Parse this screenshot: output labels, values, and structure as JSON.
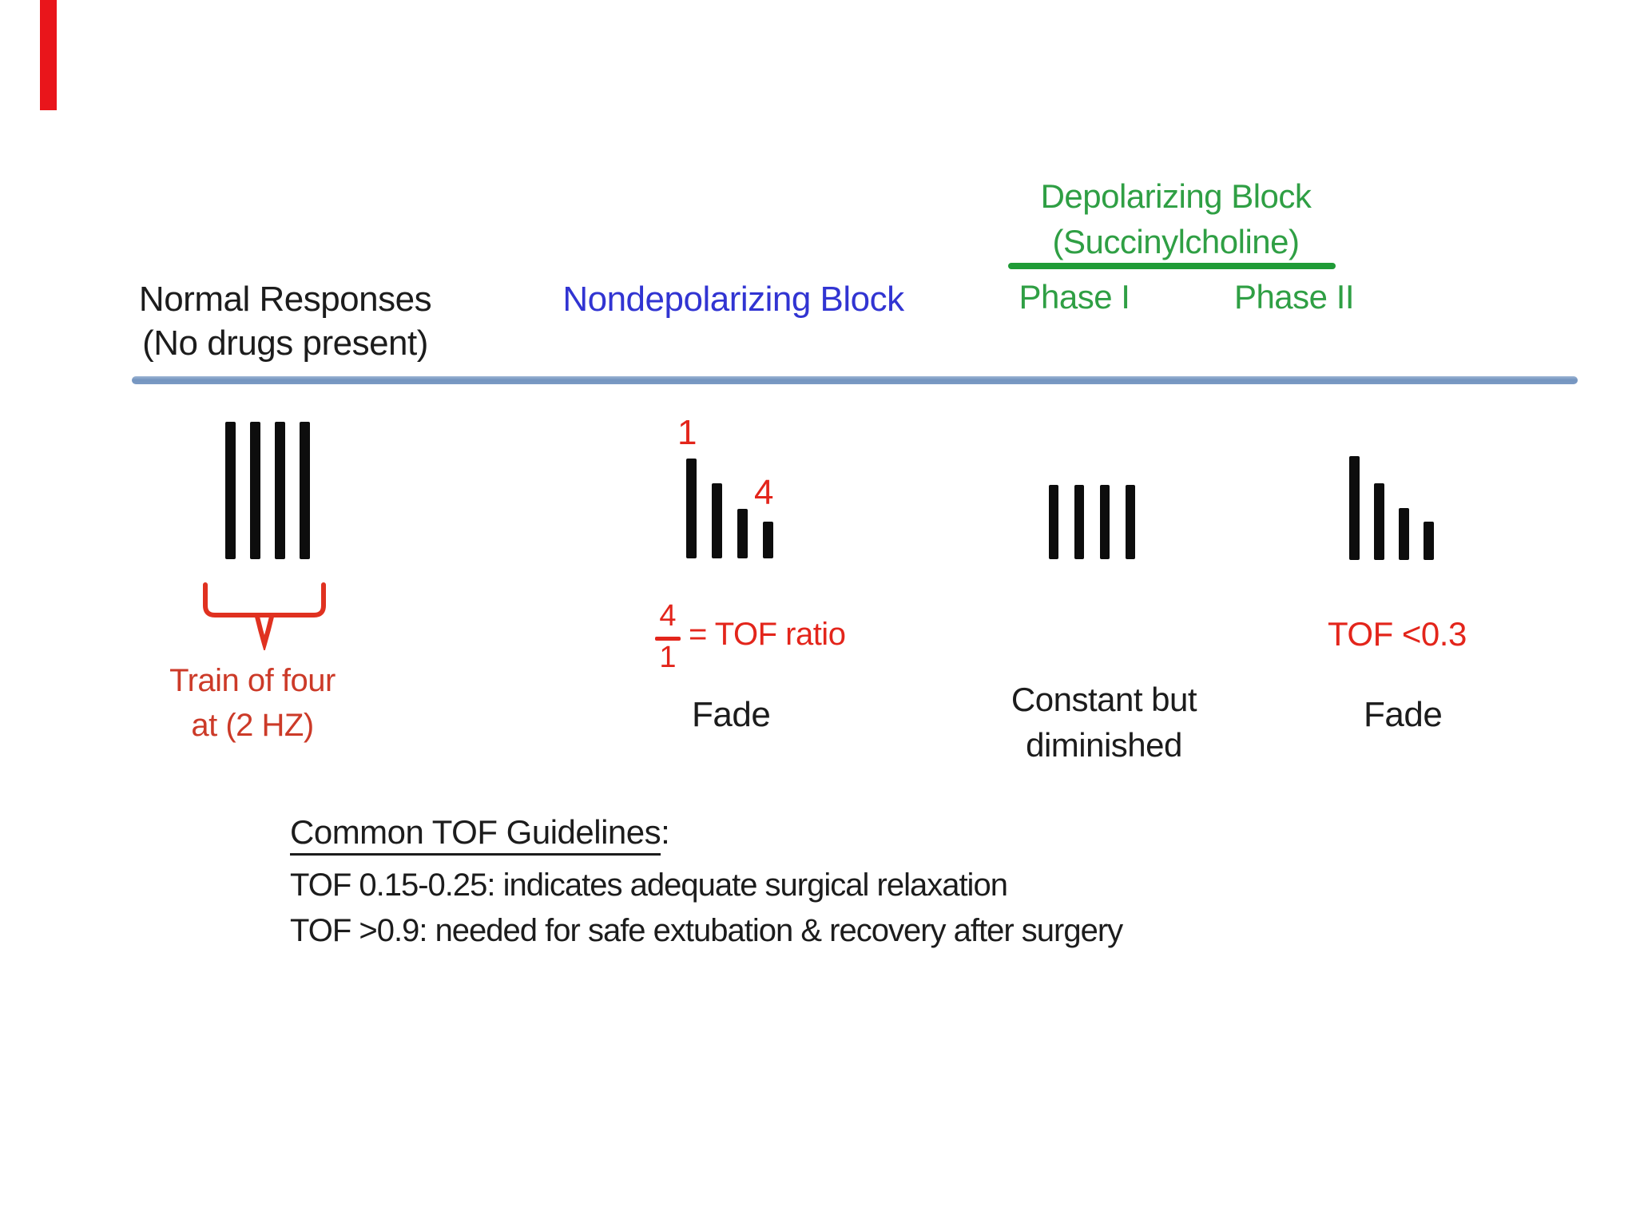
{
  "header": {
    "normal": {
      "line1": "Normal Responses",
      "line2": "(No drugs present)"
    },
    "nondepolarizing": "Nondepolarizing Block",
    "depolarizing": {
      "line1": "Depolarizing Block",
      "line2": "(Succinylcholine)"
    },
    "phase1": "Phase I",
    "phase2": "Phase II"
  },
  "groups": {
    "normal": {
      "heights": [
        172,
        172,
        172,
        172
      ]
    },
    "nondepolarizing": {
      "heights": [
        125,
        94,
        62,
        46
      ],
      "first_label": "1",
      "last_label": "4"
    },
    "phase1": {
      "heights": [
        93,
        93,
        93,
        93
      ]
    },
    "phase2": {
      "heights": [
        130,
        96,
        65,
        48
      ]
    }
  },
  "annotations": {
    "train": {
      "line1": "Train of four",
      "line2": "at (2 HZ)"
    },
    "ratio": {
      "numerator": "4",
      "denominator": "1",
      "equals_text": "= TOF ratio"
    },
    "fade_nondepolarizing": "Fade",
    "constant": {
      "line1": "Constant but",
      "line2": "diminished"
    },
    "tof_low": "TOF <0.3",
    "fade_phase2": "Fade"
  },
  "guidelines": {
    "heading": "Common TOF Guidelines",
    "heading_colon": ":",
    "line1": "TOF 0.15-0.25: indicates adequate surgical relaxation",
    "line2": "TOF >0.9: needed for safe extubation & recovery after surgery"
  },
  "colors": {
    "green_text": "#2f9f44",
    "green_rule": "#1f9b37",
    "blue_text": "#3134d2",
    "blue_rule": "#7b9ac4",
    "red_bright": "#e3251b",
    "red_muted": "#cc3a28",
    "bar_black": "#0d0d0d",
    "red_marker": "#e9151b"
  }
}
